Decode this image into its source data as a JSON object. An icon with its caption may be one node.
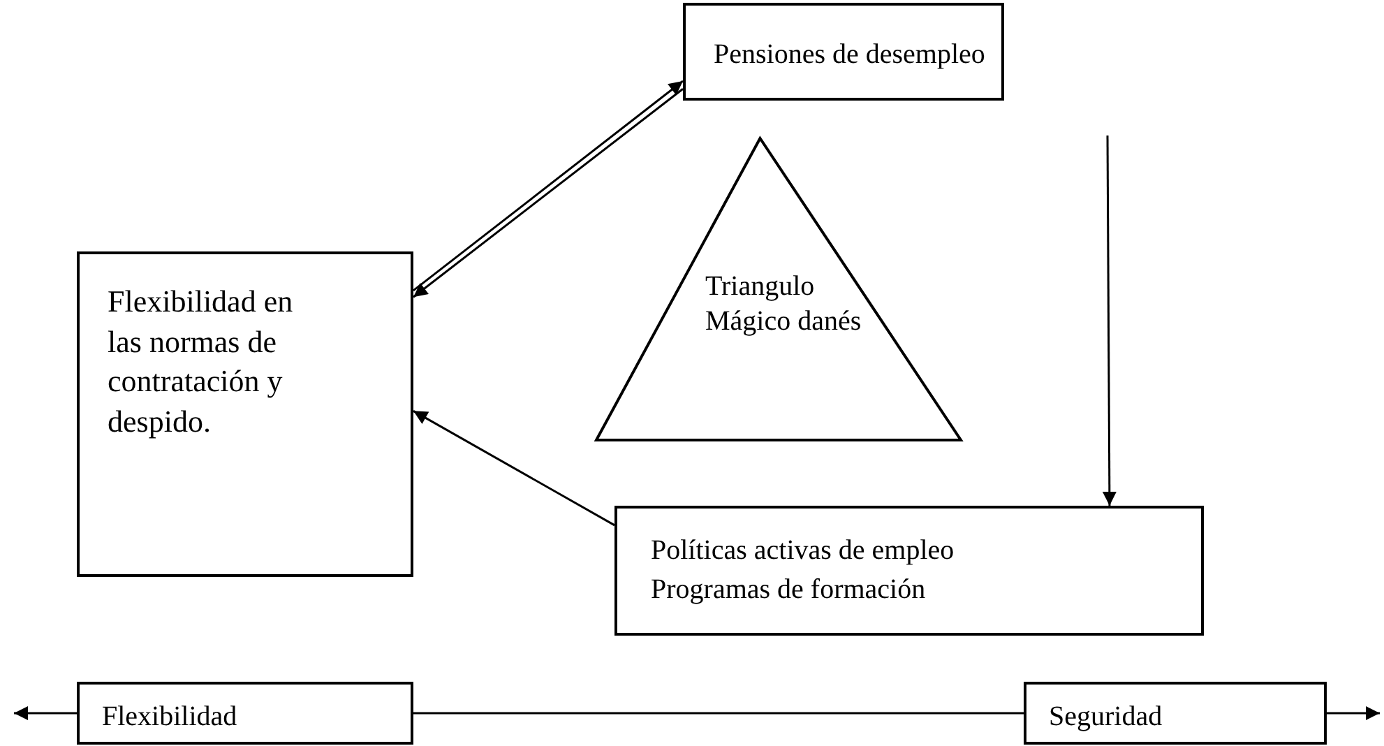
{
  "diagram": {
    "nodes": [
      {
        "text": [
          "Pensiones de desempleo"
        ]
      },
      {
        "text": [
          "Triangulo Mágico danés"
        ]
      },
      {
        "text": [
          "Flexibilidad en las normas de contratación y despido."
        ]
      },
      {
        "text": [
          "Políticas activas de empleo Programas de formación"
        ]
      },
      {
        "text": [
          "Flexibilidad"
        ]
      },
      {
        "text": [
          "Seguridad"
        ]
      }
    ],
    "edges": [
      {
        "from": 2,
        "to": 0,
        "arrow": "to"
      },
      {
        "from": 0,
        "to": 2,
        "arrow": "to"
      },
      {
        "from": null,
        "to": 3,
        "arrow": "to"
      },
      {
        "from": 3,
        "to": 2,
        "arrow": "to"
      },
      {
        "from": 4,
        "to": null,
        "arrow": "to"
      },
      {
        "from": 4,
        "to": 5,
        "arrow": "none"
      },
      {
        "from": 5,
        "to": null,
        "arrow": "to"
      }
    ]
  }
}
